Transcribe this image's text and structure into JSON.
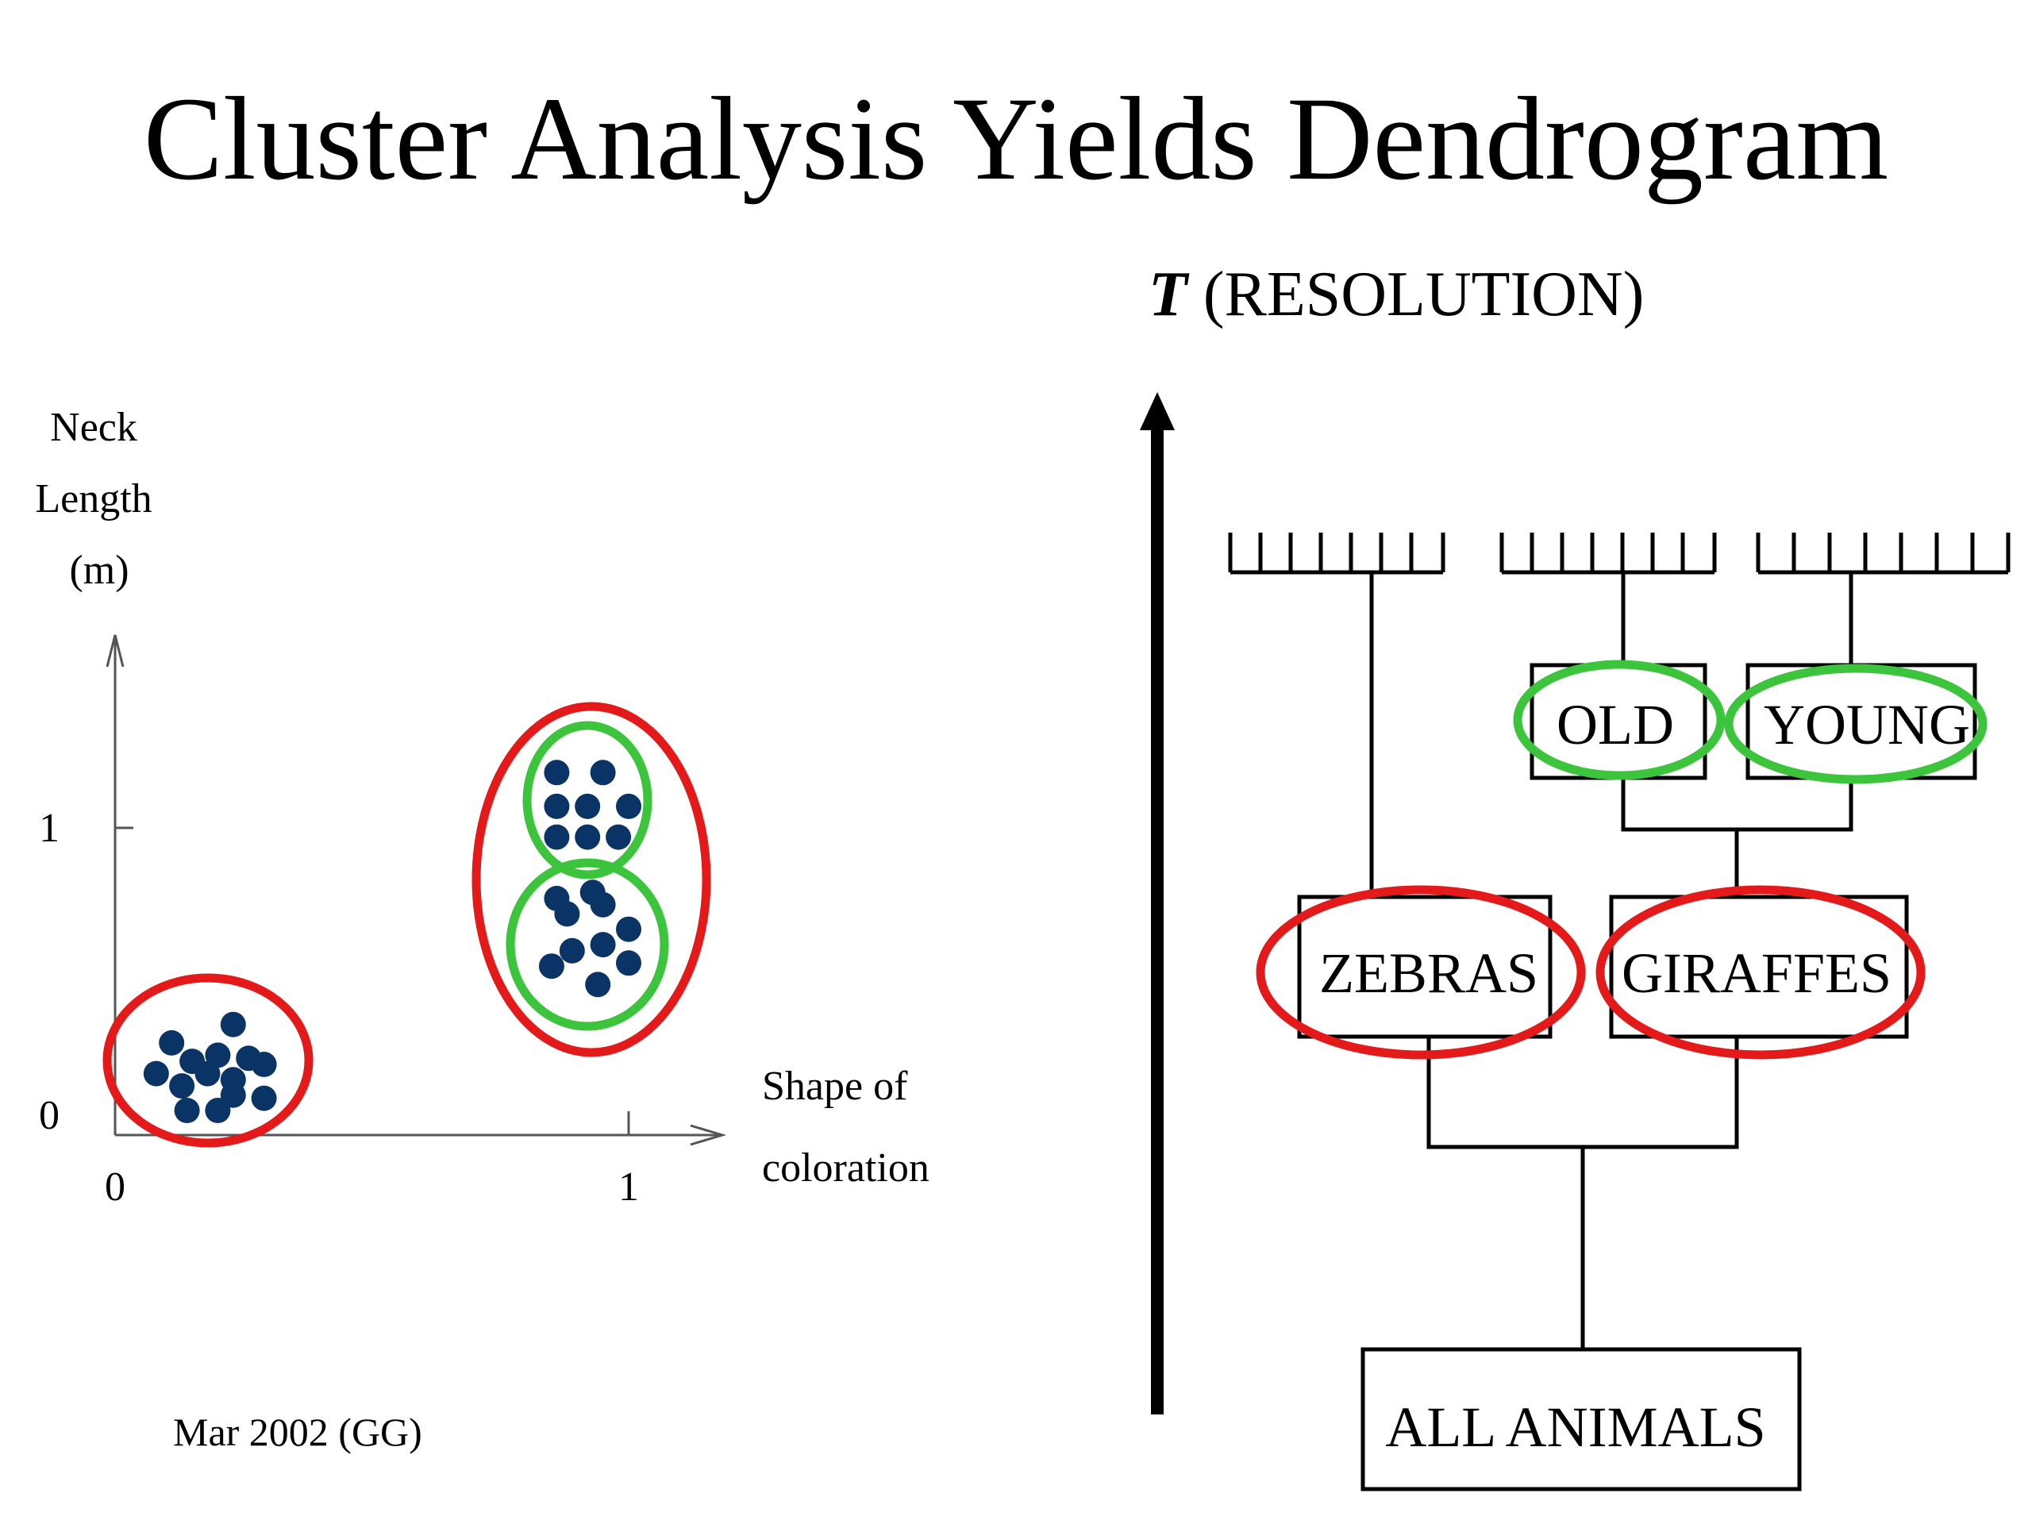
{
  "slide": {
    "title": "Cluster Analysis Yields Dendrogram",
    "footer": "Mar 2002 (GG)"
  },
  "scatter": {
    "y_axis_label": [
      "Neck",
      "Length",
      "(m)"
    ],
    "x_axis_label": [
      "Shape of",
      "coloration"
    ],
    "x_ticks": [
      "0",
      "1"
    ],
    "y_ticks": [
      "0",
      "1"
    ],
    "clusters": [
      {
        "name": "zebras",
        "points": [
          [
            0.11,
            0.3
          ],
          [
            0.23,
            0.36
          ],
          [
            0.08,
            0.2
          ],
          [
            0.15,
            0.24
          ],
          [
            0.2,
            0.26
          ],
          [
            0.26,
            0.25
          ],
          [
            0.13,
            0.16
          ],
          [
            0.18,
            0.2
          ],
          [
            0.23,
            0.18
          ],
          [
            0.29,
            0.23
          ],
          [
            0.14,
            0.08
          ],
          [
            0.2,
            0.08
          ],
          [
            0.23,
            0.13
          ],
          [
            0.29,
            0.12
          ]
        ]
      },
      {
        "name": "old giraffes",
        "points": [
          [
            0.86,
            1.18
          ],
          [
            0.95,
            1.18
          ],
          [
            0.86,
            1.07
          ],
          [
            0.92,
            1.07
          ],
          [
            1.0,
            1.07
          ],
          [
            0.86,
            0.97
          ],
          [
            0.92,
            0.97
          ],
          [
            0.98,
            0.97
          ]
        ]
      },
      {
        "name": "young giraffes",
        "points": [
          [
            0.86,
            0.77
          ],
          [
            0.93,
            0.79
          ],
          [
            0.88,
            0.72
          ],
          [
            0.95,
            0.75
          ],
          [
            1.0,
            0.67
          ],
          [
            0.89,
            0.6
          ],
          [
            0.95,
            0.62
          ],
          [
            0.85,
            0.55
          ],
          [
            1.0,
            0.56
          ],
          [
            0.94,
            0.49
          ]
        ]
      }
    ],
    "colors": {
      "dots": "#0b3466",
      "red_ring": "#e41a1a",
      "green_ring": "#3cc43c",
      "axis": "#555555"
    }
  },
  "dendrogram": {
    "axis_label_var": "T",
    "axis_label_text": " (RESOLUTION)",
    "nodes": {
      "old": "OLD",
      "young": "YOUNG",
      "zebras": "ZEBRAS",
      "giraffes": "GIRAFFES",
      "all": "ALL ANIMALS"
    },
    "ring_colors": {
      "level1": "#e41a1a",
      "level2": "#3cc43c"
    }
  }
}
